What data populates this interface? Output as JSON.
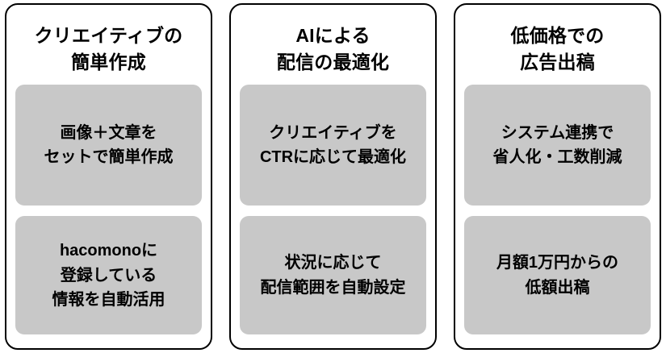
{
  "layout": {
    "columns": 3,
    "background_color": "#ffffff",
    "card_border_color": "#000000",
    "panel_color": "#c8c8c8",
    "text_color": "#000000"
  },
  "cards": [
    {
      "title": "クリエイティブの\n簡単作成",
      "panels": [
        {
          "text": "画像＋文章を\nセットで簡単作成",
          "lines": 2
        },
        {
          "text": "hacomonoに\n登録している\n情報を自動活用",
          "lines": 3
        }
      ]
    },
    {
      "title": "AIによる\n配信の最適化",
      "panels": [
        {
          "text": "クリエイティブを\nCTRに応じて最適化",
          "lines": 2
        },
        {
          "text": "状況に応じて\n配信範囲を自動設定",
          "lines": 2
        }
      ]
    },
    {
      "title": "低価格での\n広告出稿",
      "panels": [
        {
          "text": "システム連携で\n省人化・工数削減",
          "lines": 2
        },
        {
          "text": "月額1万円からの\n低額出稿",
          "lines": 2
        }
      ]
    }
  ]
}
